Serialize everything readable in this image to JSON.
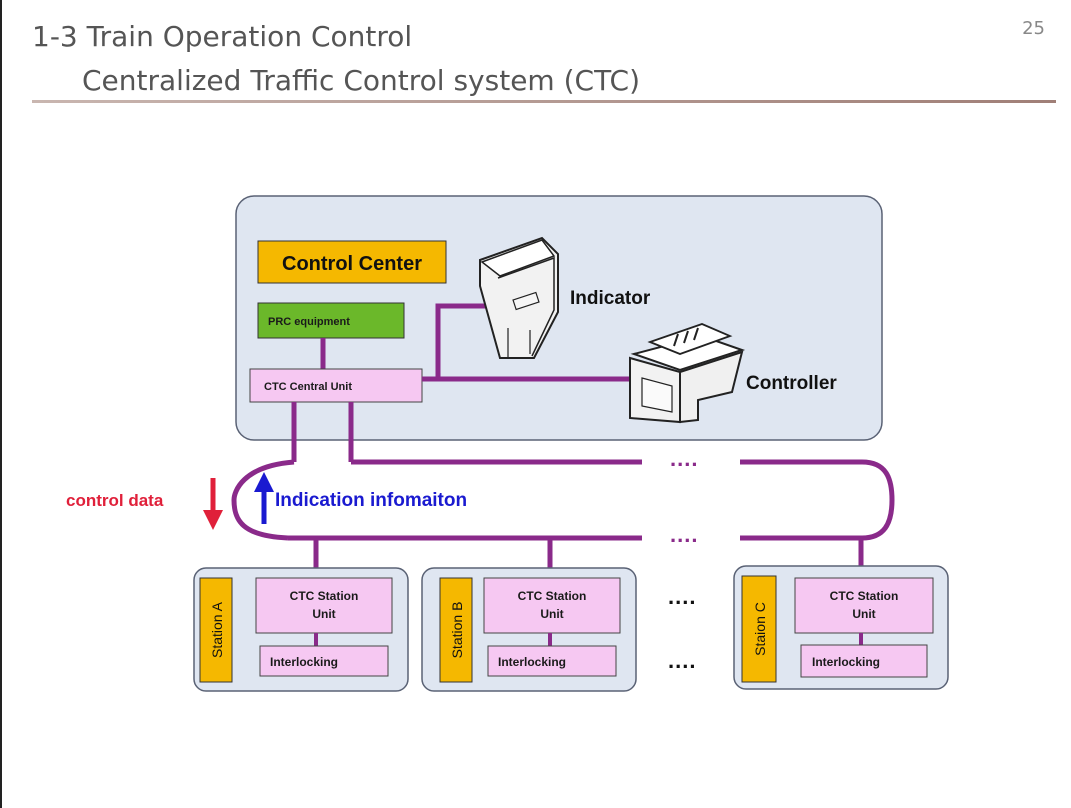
{
  "slide": {
    "title_line1": "1-3  Train Operation Control",
    "title_line2": "Centralized Traffic Control system  (CTC)",
    "page_number": "25"
  },
  "control_center": {
    "label": "Control Center",
    "prc": "PRC equipment",
    "central_unit": "CTC Central Unit",
    "indicator": "Indicator",
    "controller": "Controller"
  },
  "network": {
    "control_data": "control data",
    "indication_info": "Indication infomaiton",
    "dots_top": "....",
    "dots_bottom": "....",
    "dots_stations_top": "....",
    "dots_stations_bottom": "...."
  },
  "stations": [
    {
      "name": "Station A",
      "unit_line1": "CTC Station",
      "unit_line2": "Unit",
      "interlocking": "Interlocking"
    },
    {
      "name": "Station B",
      "unit_line1": "CTC Station",
      "unit_line2": "Unit",
      "interlocking": "Interlocking"
    },
    {
      "name": "Staion C",
      "unit_line1": "CTC Station",
      "unit_line2": "Unit",
      "interlocking": "Interlocking"
    }
  ],
  "colors": {
    "purple_line": "#8a2a8a",
    "pink_box": "#f6c8f2",
    "yellow_box": "#f5b800",
    "green_box": "#6bb82a",
    "panel_fill": "#dfe6f1",
    "red_arrow": "#e0203a",
    "blue_arrow": "#1a1ad0"
  }
}
